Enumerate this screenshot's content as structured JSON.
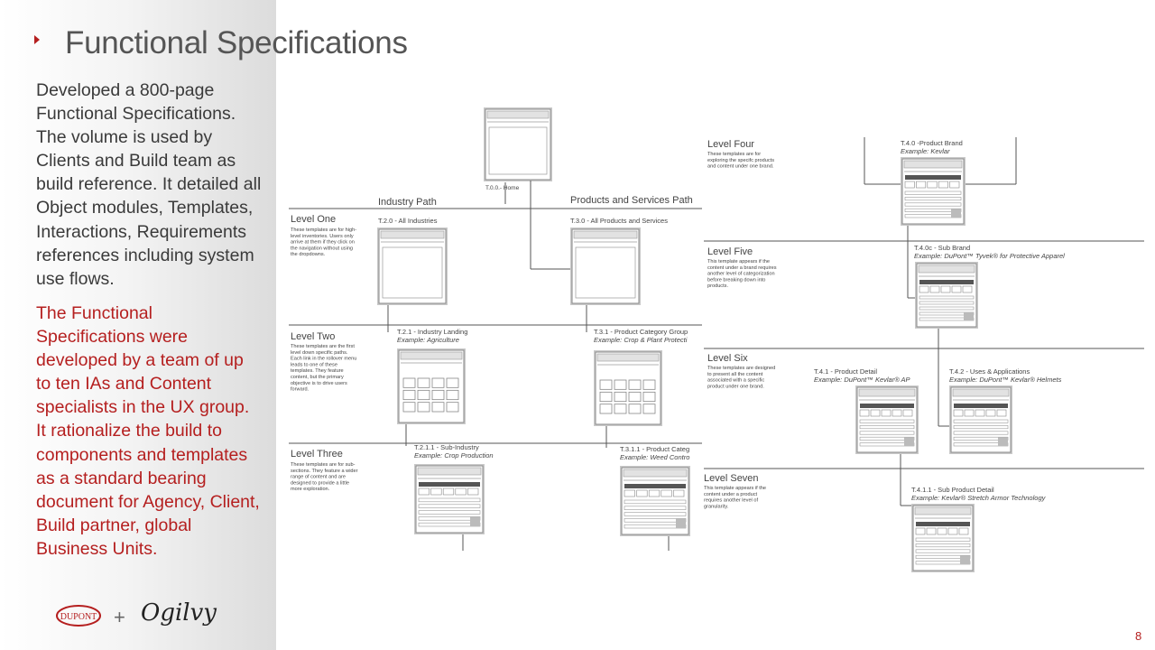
{
  "title": "Functional Specifications",
  "paragraph1": "Developed a 800-page Functional Specifications. The volume is used by Clients and Build team as build reference. It detailed all Object modules, Templates, Interactions, Requirements references including system use flows.",
  "paragraph2": "The Functional Specifications were developed by a team of up to ten IAs and Content specialists in the UX group. It rationalize the build to components and templates as a standard bearing document for Agency, Client, Build partner, global Business Units.",
  "logos": {
    "dupont": "DUPONT",
    "plus": "+",
    "ogilvy": "Ogilvy"
  },
  "page_number": "8",
  "diagram": {
    "home": "T.0.0.- Home",
    "paths": [
      "Industry Path",
      "Products and Services Path"
    ],
    "levels": [
      {
        "name": "Level One",
        "desc": [
          "These templates are for high-",
          "level inventories. Users only",
          "arrive at them if they click on",
          "the navigation without using",
          "the dropdowns."
        ]
      },
      {
        "name": "Level Two",
        "desc": [
          "These templates are the first",
          "level down specific paths.",
          "Each link in the rollover menu",
          "leads to one of these",
          "templates. They feature",
          "content, but the primary",
          "objective is to drive users",
          "forward."
        ]
      },
      {
        "name": "Level Three",
        "desc": [
          "These templates are for sub-",
          "sections. They feature a wider",
          "range of content and are",
          "designed to provide a little",
          "more exploration."
        ]
      },
      {
        "name": "Level Four",
        "desc": [
          "These templates are for",
          "exploring the specifc products",
          "and content under one brand."
        ]
      },
      {
        "name": "Level Five",
        "desc": [
          "This template appears if the",
          "content under a brand requires",
          "another level of categorization",
          "before breaking down into",
          "products."
        ]
      },
      {
        "name": "Level Six",
        "desc": [
          "These templates are designed",
          "to present all the content",
          "associated with a specific",
          "product under one brand."
        ]
      },
      {
        "name": "Level Seven",
        "desc": [
          "This template appears if the",
          "content under a product",
          "requires another level of",
          "granularity."
        ]
      }
    ],
    "templates": [
      {
        "id": "T.2.0 - All Industries",
        "example": ""
      },
      {
        "id": "T.3.0 - All Products and Services",
        "example": ""
      },
      {
        "id": "T.2.1 - Industry Landing",
        "example": "Example: Agriculture"
      },
      {
        "id": "T.3.1 - Product Category Group",
        "example": "Example: Crop & Plant Protecti"
      },
      {
        "id": "T.2.1.1 - Sub-Industry",
        "example": "Example: Crop Production"
      },
      {
        "id": "T.3.1.1 - Product Categ",
        "example": "Example: Weed Contro"
      },
      {
        "id": "T.4.0 -Product Brand",
        "example": "Example: Kevlar"
      },
      {
        "id": "T.4.0c - Sub Brand",
        "example": "Example: DuPont™ Tyvek® for Protective Apparel"
      },
      {
        "id": "T.4.1 - Product Detail",
        "example": "Example: DuPont™ Kevlar® AP"
      },
      {
        "id": "T.4.2 - Uses & Applications",
        "example": "Example: DuPont™ Kevlar® Helmets"
      },
      {
        "id": "T.4.1.1 - Sub Product Detail",
        "example": "Example: Kevlar® Stretch Armor Technology"
      }
    ]
  }
}
